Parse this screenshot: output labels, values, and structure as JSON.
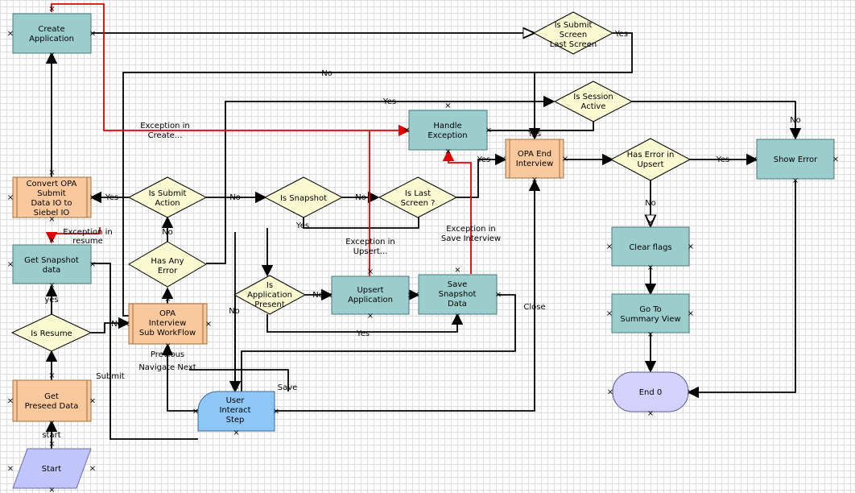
{
  "nodes": {
    "start": "Start",
    "get_preseed": [
      "Get",
      "Preseed Data"
    ],
    "is_resume": "Is Resume",
    "get_snapshot": [
      "Get Snapshot",
      "data"
    ],
    "convert_opa": [
      "Convert OPA",
      "Submit",
      "Data IO to",
      "Siebel IO"
    ],
    "create_application": [
      "Create",
      "Application"
    ],
    "opa_interview": [
      "OPA",
      "Interview",
      "Sub WorkFlow"
    ],
    "has_any_error": [
      "Has Any",
      "Error"
    ],
    "is_submit_action": [
      "Is Submit",
      "Action"
    ],
    "is_snapshot": "Is Snapshot",
    "is_last_screen": [
      "Is Last",
      "Screen ?"
    ],
    "handle_exception": [
      "Handle",
      "Exception"
    ],
    "is_application_present": [
      "Is",
      "Application",
      "Present"
    ],
    "upsert_application": [
      "Upsert",
      "Application"
    ],
    "save_snapshot": [
      "Save",
      "Snapshot",
      "Data"
    ],
    "user_interact": [
      "User",
      "Interact",
      "Step"
    ],
    "opa_end_interview": [
      "OPA End",
      "Interview"
    ],
    "has_error_in_upsert": [
      "Has Error in",
      "Upsert"
    ],
    "is_session_active": [
      "Is Session",
      "Active"
    ],
    "is_submit_screen": [
      "Is Submit",
      "Screen",
      "Last Screen"
    ],
    "show_error": "Show Error",
    "clear_flags": "Clear flags",
    "go_to_summary": [
      "Go To",
      "Summary View"
    ],
    "end": "End 0"
  },
  "edge_labels": {
    "start": "start",
    "yes_resume": "yes",
    "no_resume": "No",
    "exception_in_resume": [
      "Exception in",
      "resume"
    ],
    "exception_in_create": [
      "Exception in",
      "Create..."
    ],
    "yes_submit_action": "Yes",
    "no_submit_action": "No",
    "no_has_error": "No",
    "yes_has_error": "Yes",
    "no_snapshot": "No",
    "yes_snapshot": "Yes",
    "yes_last_screen": "Yes",
    "exception_in_save": [
      "Exception in",
      "Save Interview"
    ],
    "exception_in_upsert": [
      "Exception in",
      "Upsert..."
    ],
    "no_app_present": "No",
    "no_app_present_down": "No",
    "yes_app_present": "Yes",
    "previous": "Previous",
    "navigate_next": "Navigate Next",
    "save": "Save",
    "submit": "Submit",
    "close": "Close",
    "yes_session": "Yes",
    "yes_session_right": "Yes",
    "no_session": "No",
    "yes_submit_screen": "Yes",
    "no_submit_screen": "No",
    "yes_error_upsert": "Yes",
    "no_error_upsert": "No"
  },
  "colors": {
    "task_fill": "#9ccdcd",
    "subprocess_fill": "#f9c99d",
    "decision_fill": "#fafad2",
    "start_fill": "#c0c6fb",
    "end_fill": "#d4d2fb",
    "user_step_fill": "#8ec6f5",
    "connector": "#000000",
    "exception_connector": "#e00000"
  }
}
